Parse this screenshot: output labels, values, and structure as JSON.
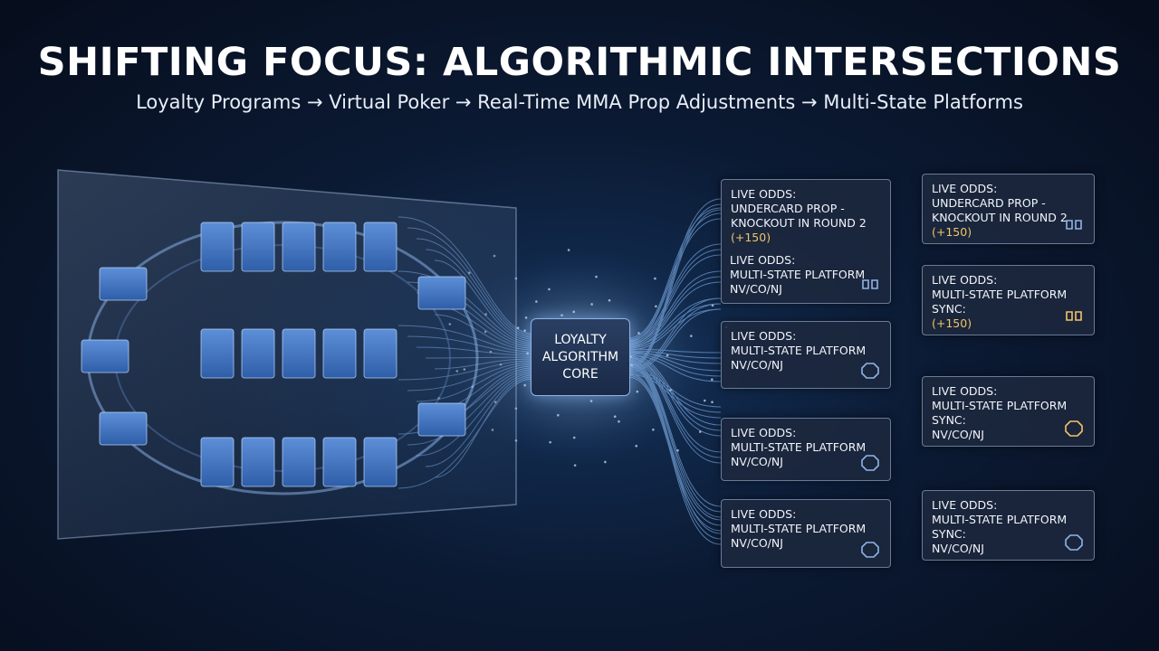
{
  "header": {
    "title": "SHIFTING FOCUS: ALGORITHMIC INTERSECTIONS",
    "subtitle": "Loyalty Programs → Virtual Poker → Real-Time MMA Prop Adjustments → Multi-State Platforms"
  },
  "core": {
    "line1": "LOYALTY",
    "line2": "ALGORITHM",
    "line3": "CORE"
  },
  "cards": [
    {
      "lines": [
        "LIVE ODDS:",
        "UNDERCARD PROP -",
        "KNOCKOUT IN ROUND 2",
        "(+150)"
      ],
      "icon": "boxing-gloves-icon"
    },
    {
      "lines": [
        "LIVE ODDS:",
        "MULTI-STATE PLATFORM",
        "NV/CO/NJ"
      ],
      "icon": "gloves-icon"
    },
    {
      "lines": [
        "LIVE ODDS:",
        "MULTI-STATE PLATFORM",
        "NV/CO/NJ"
      ],
      "icon": "octagon-icon"
    },
    {
      "lines": [
        "LIVE ODDS:",
        "MULTI-STATE PLATFORM",
        "NV/CO/NJ"
      ],
      "icon": "octagon-icon"
    },
    {
      "lines": [
        "LIVE ODDS:",
        "MULTI-STATE PLATFORM",
        "NV/CO/NJ"
      ],
      "icon": "octagon-icon"
    },
    {
      "lines": [
        "LIVE ODDS:",
        "UNDERCARD PROP -",
        "KNOCKOUT IN ROUND 2",
        "(+150)"
      ],
      "icon": "boxing-gloves-icon"
    },
    {
      "lines": [
        "LIVE ODDS:",
        "MULTI-STATE PLATFORM",
        "SYNC:",
        "(+150)"
      ],
      "icon": "boxing-gloves-icon"
    },
    {
      "lines": [
        "LIVE ODDS:",
        "MULTI-STATE PLATFORM",
        "SYNC:",
        "NV/CO/NJ"
      ],
      "icon": "octagon-icon"
    },
    {
      "lines": [
        "LIVE ODDS:",
        "MULTI-STATE PLATFORM",
        "SYNC:",
        "NV/CO/NJ"
      ],
      "icon": "octagon-icon"
    }
  ],
  "colors": {
    "accent": "#7fb6ff",
    "odds": "#f0c46a",
    "glow": "#9fd0ff"
  }
}
